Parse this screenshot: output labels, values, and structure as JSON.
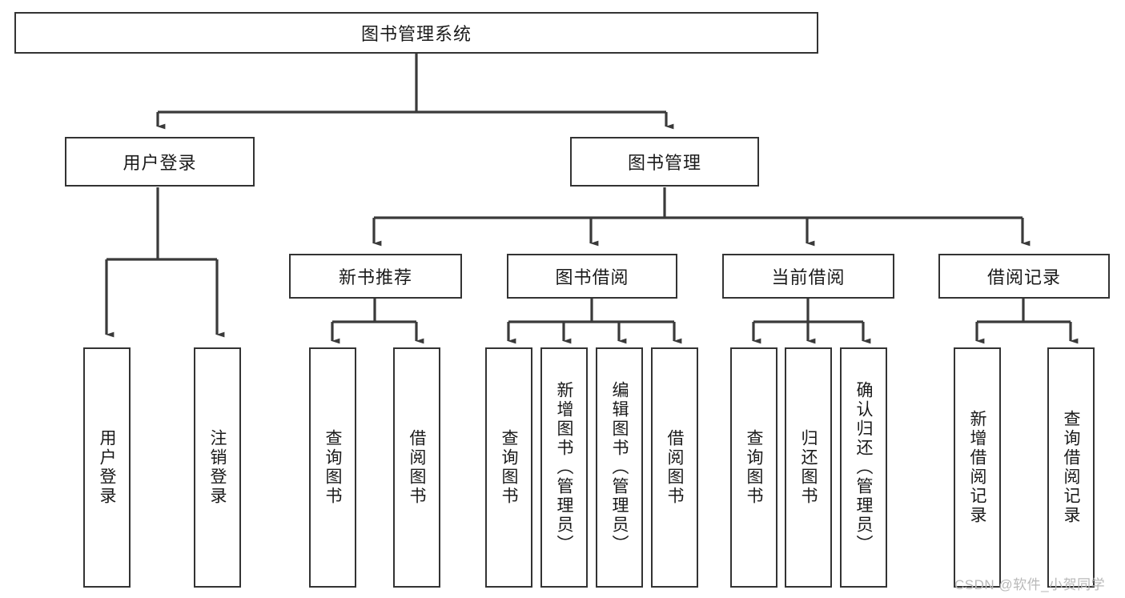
{
  "diagram": {
    "title": "图书管理系统",
    "type": "tree-hierarchy-chart",
    "colors": {
      "background": "#ffffff",
      "border": "#333333",
      "line": "#3a3a3a",
      "text": "#1a1a1a",
      "watermark": "#b9b9b9"
    },
    "root": {
      "label": "图书管理系统"
    },
    "level2": [
      {
        "id": "user-login",
        "label": "用户登录"
      },
      {
        "id": "book-manage",
        "label": "图书管理"
      }
    ],
    "level3": [
      {
        "id": "new-book-recommend",
        "label": "新书推荐"
      },
      {
        "id": "book-borrow",
        "label": "图书借阅"
      },
      {
        "id": "current-borrow",
        "label": "当前借阅"
      },
      {
        "id": "borrow-record",
        "label": "借阅记录"
      }
    ],
    "leaves": {
      "user_login": [
        {
          "id": "leaf-user-login",
          "label": "用户登录"
        },
        {
          "id": "leaf-logout-login",
          "label": "注销登录"
        }
      ],
      "new_book_recommend": [
        {
          "id": "leaf-query-book-1",
          "label": "查询图书"
        },
        {
          "id": "leaf-borrow-book-1",
          "label": "借阅图书"
        }
      ],
      "book_borrow": [
        {
          "id": "leaf-query-book-2",
          "label": "查询图书"
        },
        {
          "id": "leaf-add-book",
          "label": "新增图书（管理员）"
        },
        {
          "id": "leaf-edit-book",
          "label": "编辑图书（管理员）"
        },
        {
          "id": "leaf-borrow-book-2",
          "label": "借阅图书"
        }
      ],
      "current_borrow": [
        {
          "id": "leaf-query-book-3",
          "label": "查询图书"
        },
        {
          "id": "leaf-return-book",
          "label": "归还图书"
        },
        {
          "id": "leaf-confirm-return",
          "label": "确认归还（管理员）"
        }
      ],
      "borrow_record": [
        {
          "id": "leaf-add-record",
          "label": "新增借阅记录"
        },
        {
          "id": "leaf-query-record",
          "label": "查询借阅记录"
        }
      ]
    },
    "watermark": "CSDN @软件_小贺同学"
  }
}
